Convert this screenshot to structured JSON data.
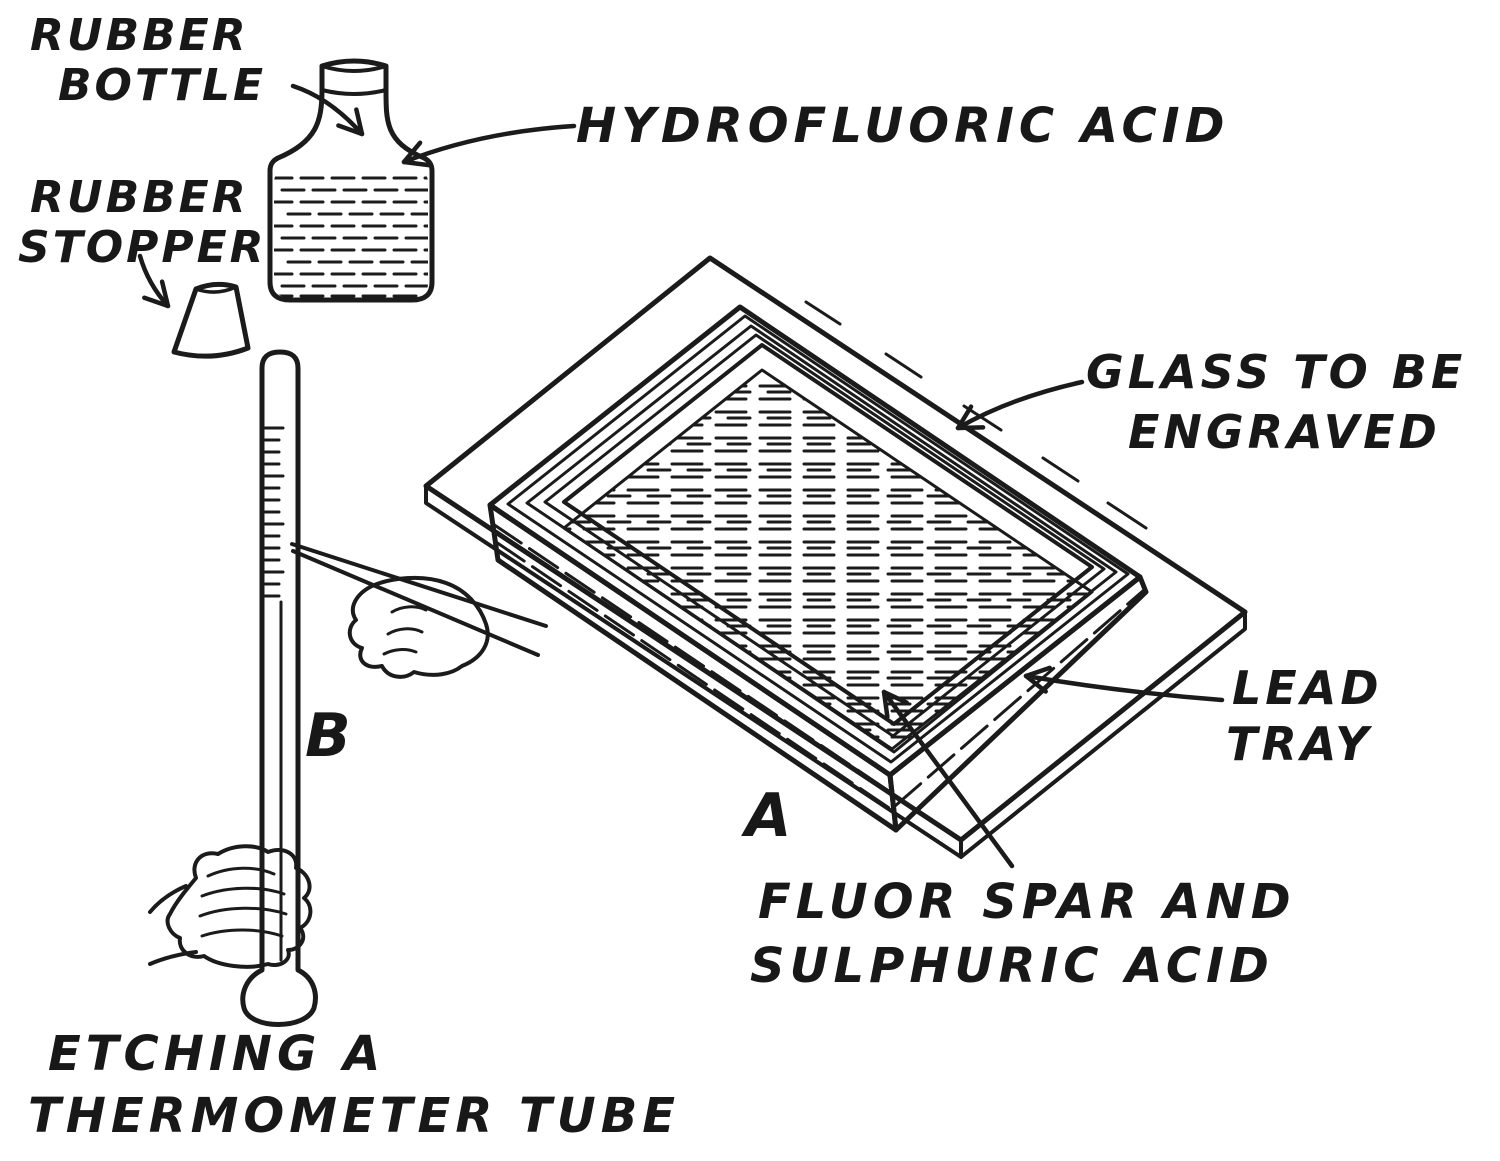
{
  "figure": {
    "background": "#ffffff",
    "ink": "#1b1b1b",
    "type": "hand-drawn instructional diagram"
  },
  "labels": {
    "rubber_bottle": {
      "line1": "RUBBER",
      "line2": "BOTTLE"
    },
    "hydrofluoric_acid": {
      "line1": "HYDROFLUORIC ACID"
    },
    "rubber_stopper": {
      "line1": "RUBBER",
      "line2": "STOPPER"
    },
    "glass_to_be_engraved": {
      "line1": "GLASS TO BE",
      "line2": "ENGRAVED"
    },
    "lead_tray": {
      "line1": "LEAD",
      "line2": "TRAY"
    },
    "fluor_spar_sulphuric_acid": {
      "line1": "FLUOR SPAR AND",
      "line2": "SULPHURIC ACID"
    },
    "caption": {
      "line1": "ETCHING A",
      "line2": "THERMOMETER TUBE"
    },
    "part_a": "A",
    "part_b": "B"
  }
}
